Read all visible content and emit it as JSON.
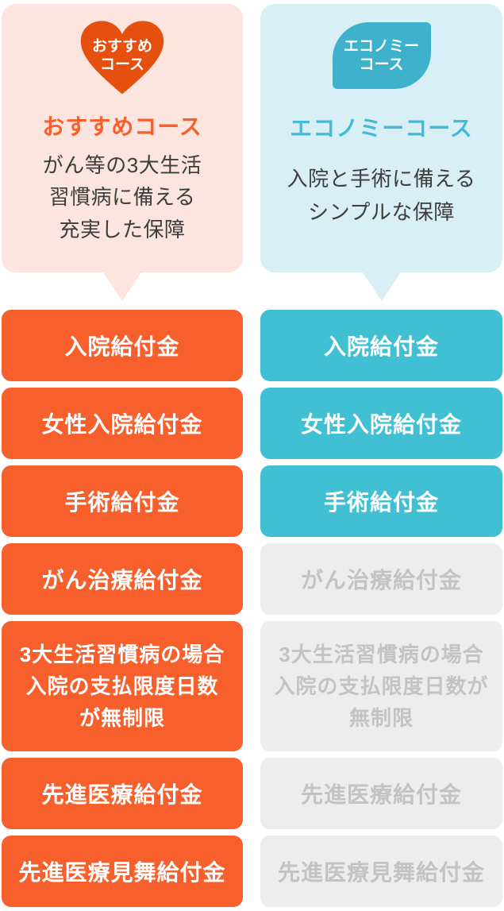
{
  "colors": {
    "orange": "#f7602d",
    "orange_heart": "#e5500f",
    "pink_bg": "#fce5de",
    "teal": "#41c0d4",
    "teal_badge": "#3eb2cc",
    "teal_title": "#45bad6",
    "blue_bg": "#d7eff5",
    "gray_bg": "#ededee",
    "gray_text": "#c3c3c6",
    "text_dark": "#3d3d3d"
  },
  "left_course": {
    "badge": {
      "icon": "heart-icon",
      "line1": "おすすめ",
      "line2": "コース"
    },
    "title": "おすすめコース",
    "description": "がん等の3大生活\n習慣病に備える\n充実した保障",
    "benefits": [
      {
        "label": "入院給付金",
        "included": true
      },
      {
        "label": "女性入院給付金",
        "included": true
      },
      {
        "label": "手術給付金",
        "included": true
      },
      {
        "label": "がん治療給付金",
        "included": true
      },
      {
        "label": "3大生活習慣病の場合\n入院の支払限度日数\nが無制限",
        "included": true
      },
      {
        "label": "先進医療給付金",
        "included": true
      },
      {
        "label": "先進医療見舞給付金",
        "included": true
      }
    ]
  },
  "right_course": {
    "badge": {
      "icon": "leaf-icon",
      "line1": "エコノミー",
      "line2": "コース"
    },
    "title": "エコノミーコース",
    "description": "入院と手術に備える\nシンプルな保障",
    "benefits": [
      {
        "label": "入院給付金",
        "included": true
      },
      {
        "label": "女性入院給付金",
        "included": true
      },
      {
        "label": "手術給付金",
        "included": true
      },
      {
        "label": "がん治療給付金",
        "included": false
      },
      {
        "label": "3大生活習慣病の場合\n入院の支払限度日数が\n無制限",
        "included": false
      },
      {
        "label": "先進医療給付金",
        "included": false
      },
      {
        "label": "先進医療見舞給付金",
        "included": false
      }
    ]
  }
}
